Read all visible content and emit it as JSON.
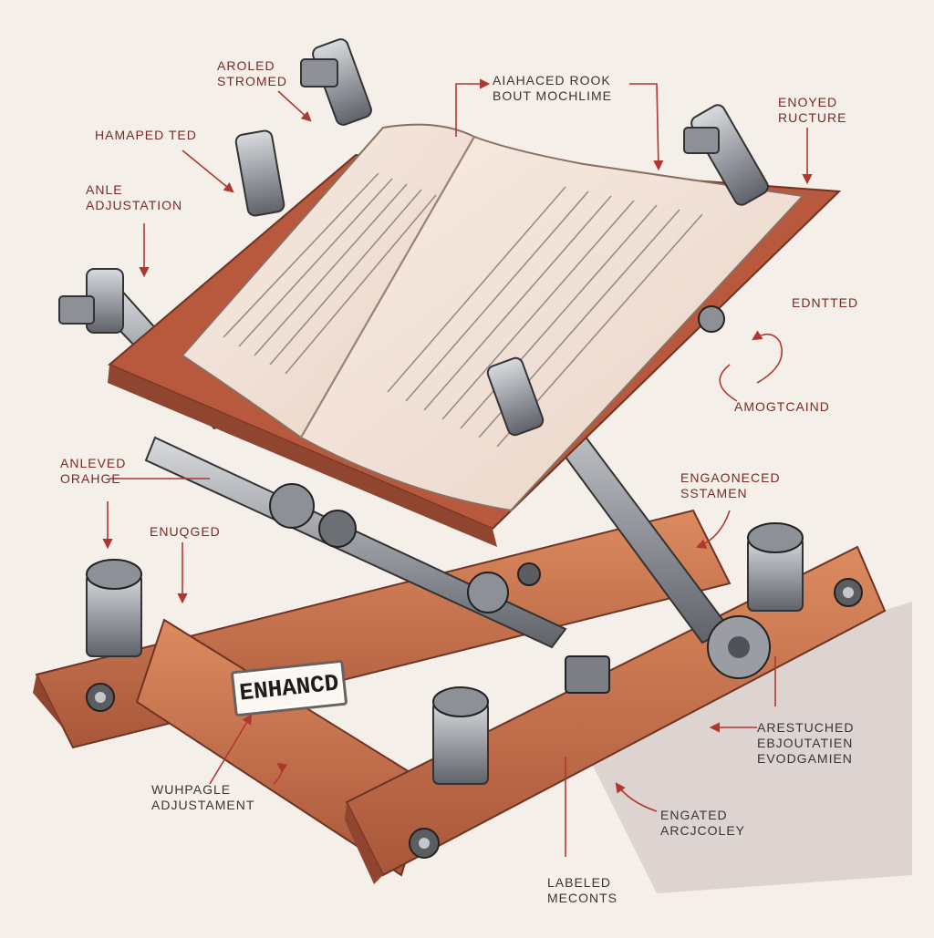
{
  "labels": {
    "aroled": [
      "AROLED",
      "STROMED"
    ],
    "aiahaced": [
      "AIAHACED ROOK",
      "BOUT MOCHLIME"
    ],
    "enoyed": [
      "ENOYED",
      "RUCTURE"
    ],
    "hamaped": [
      "HAMAPED TED"
    ],
    "anle": [
      "ANLE",
      "ADJUSTATION"
    ],
    "edntted": [
      "EDNTTED"
    ],
    "amogtcaind": [
      "AMOGTCAIND"
    ],
    "anleved": [
      "ANLEVED",
      "ORAHGE"
    ],
    "engaoneced": [
      "ENGAONECED",
      "SSTAMEN"
    ],
    "enuqged": [
      "ENUQGED"
    ],
    "arestuched": [
      "ARESTUCHED",
      "EBJOUTATIEN",
      "EVODGAMIEN"
    ],
    "wuhpagle": [
      "WUHPAGLE",
      "ADJUSTAMENT"
    ],
    "engated": [
      "ENGATED",
      "ARCJCOLEY"
    ],
    "labeled": [
      "LABELED",
      "MECONTS"
    ]
  },
  "badge": "ENHANCD",
  "colors": {
    "background": "#f5efe9",
    "annotation": "#7a2a25",
    "wood": "#c9764f",
    "metal": "#8d9096",
    "paper": "#f3e6dc"
  }
}
